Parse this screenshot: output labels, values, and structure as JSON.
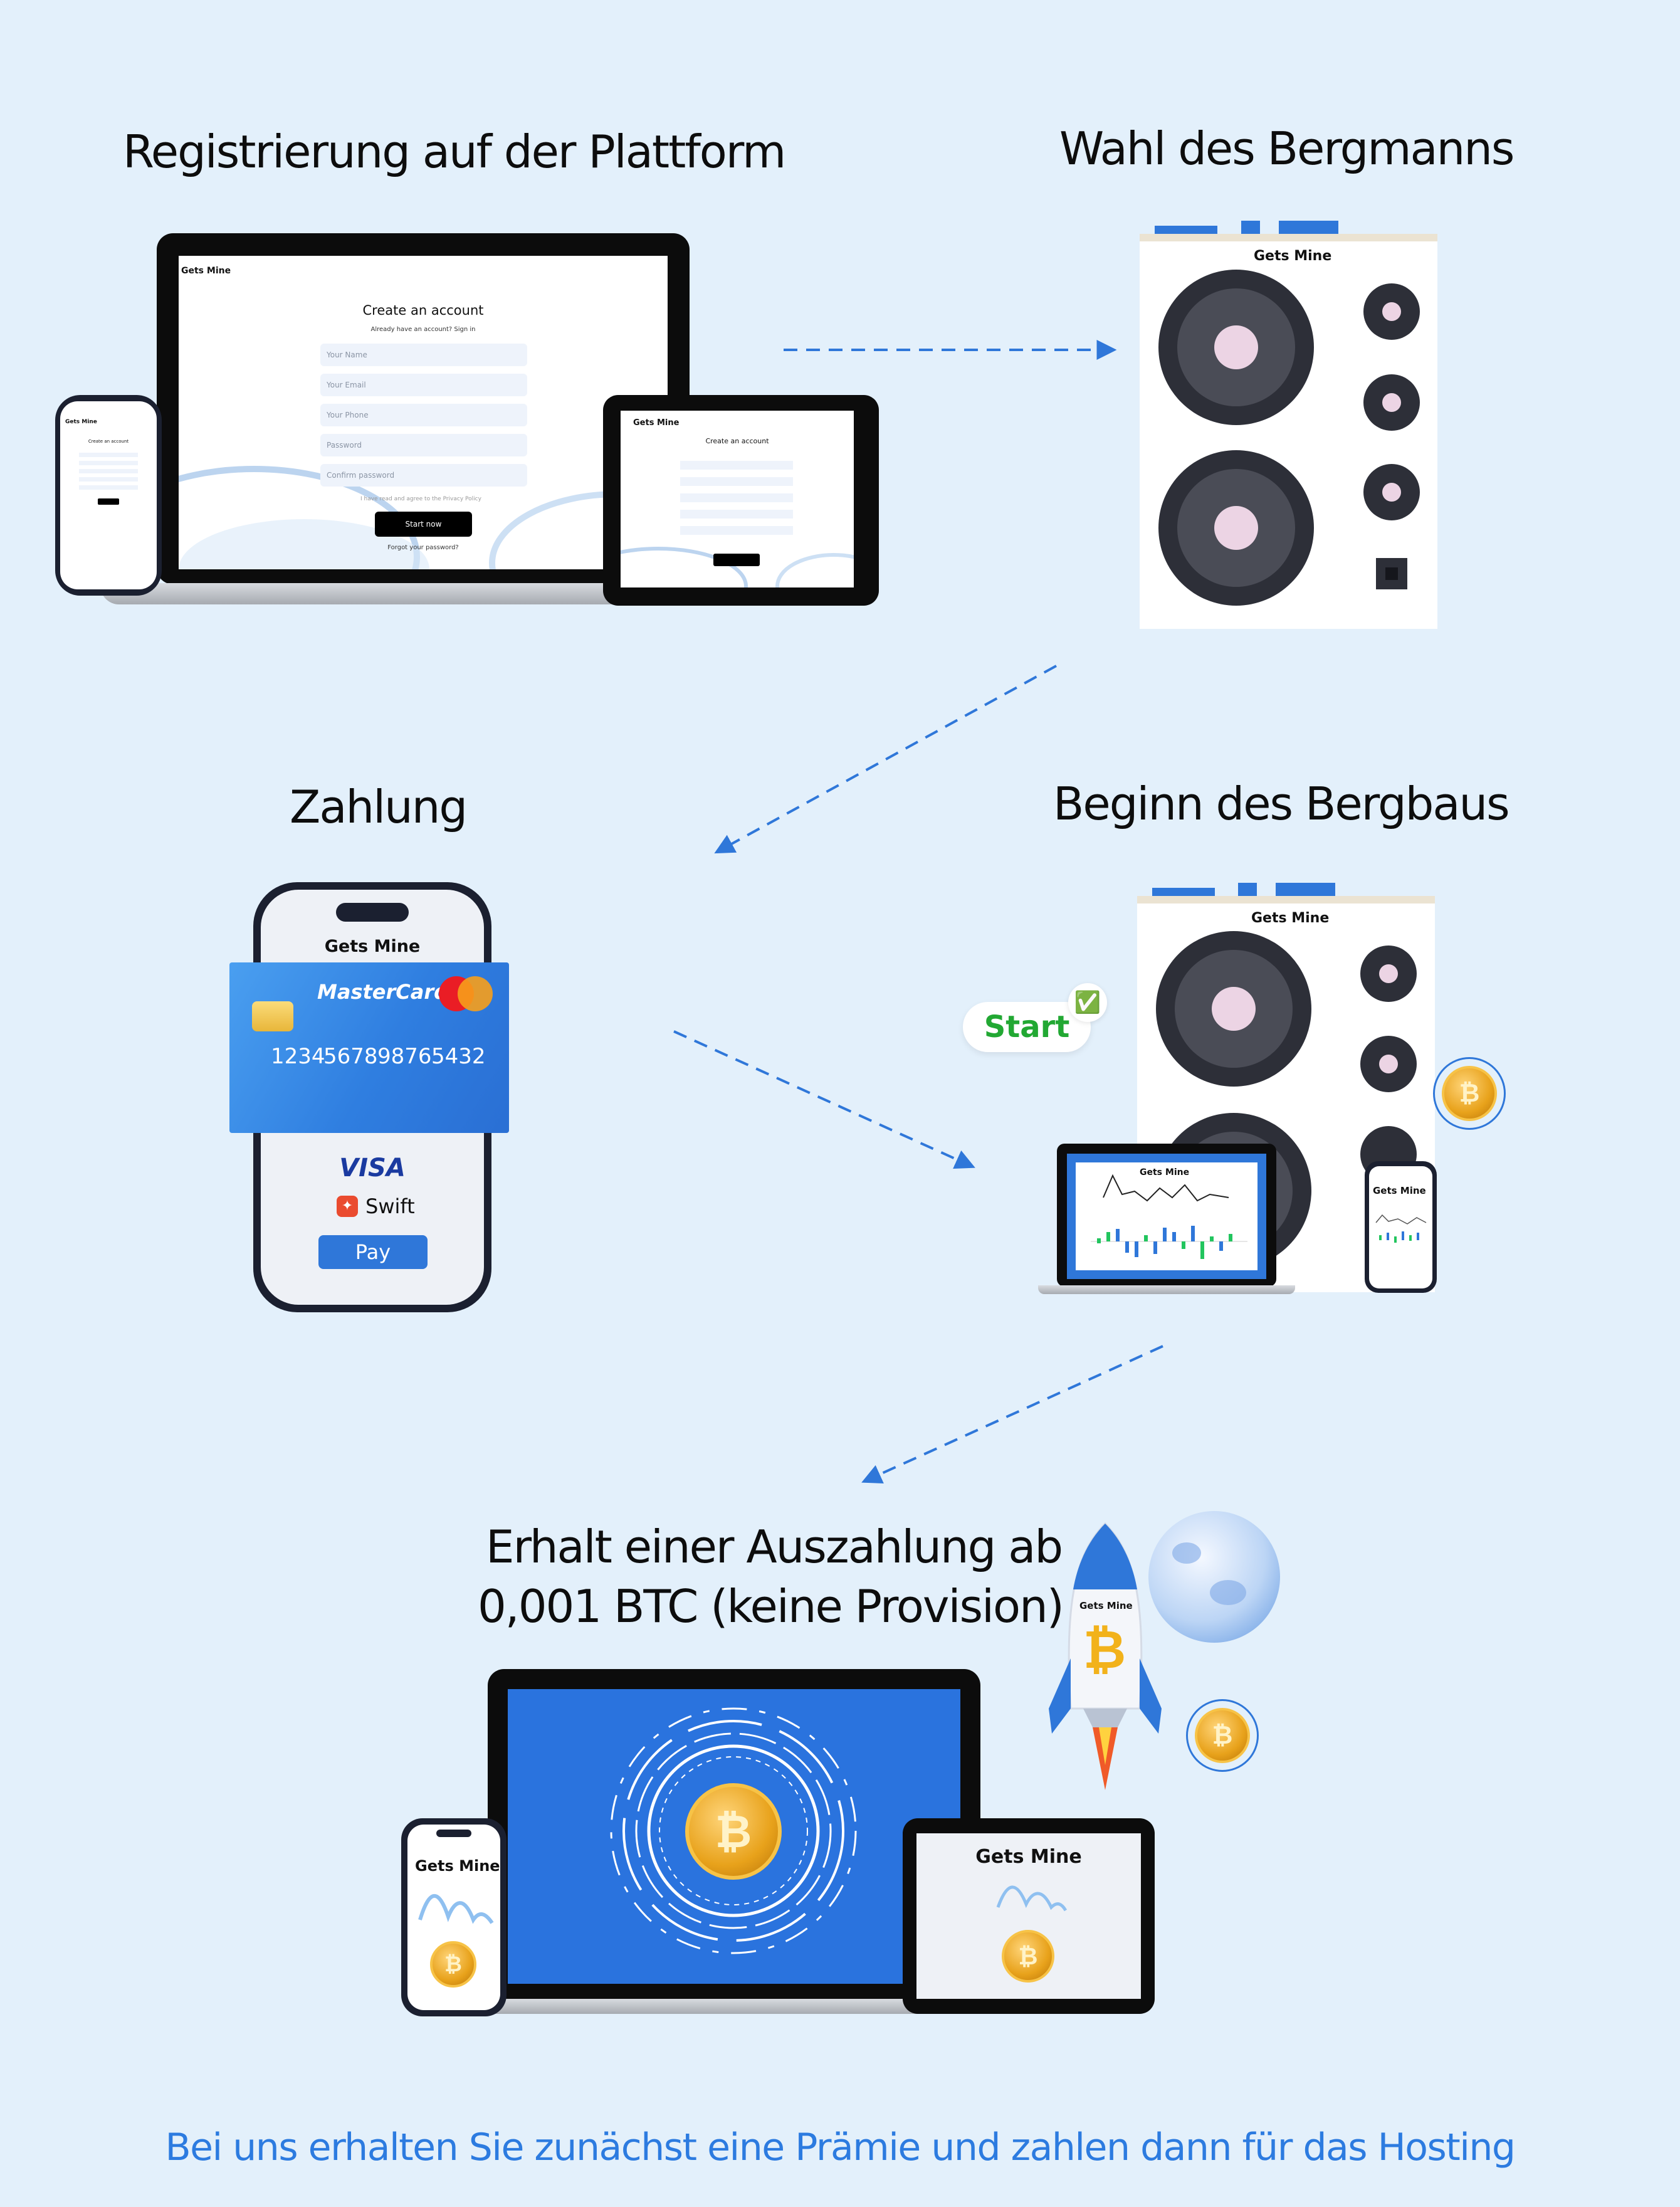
{
  "steps": {
    "registration": "Registrierung auf der Plattform",
    "miner_choice": "Wahl des Bergmanns",
    "payment": "Zahlung",
    "mining_start": "Beginn des Bergbaus",
    "payout_line1": "Erhalt einer Auszahlung ab",
    "payout_line2": "0,001 BTC (keine Provision)"
  },
  "brand": {
    "name": "Gets Mine"
  },
  "signup": {
    "title": "Create an account",
    "subtitle": "Already have an account? Sign in",
    "fields": [
      "Your Name",
      "Your Email",
      "Your Phone",
      "Password",
      "Confirm password"
    ],
    "consent": "I have read and agree to the Privacy Policy",
    "button": "Start now",
    "forgot": "Forgot your password?"
  },
  "card": {
    "brand": "MasterCard",
    "number": [
      "1234",
      "5678",
      "9876",
      "5432"
    ],
    "visa": "VISA",
    "swift": "Swift",
    "pay": "Pay"
  },
  "mining": {
    "start_label": "Start",
    "check": "✅"
  },
  "coin_symbol": "₿",
  "footer": "Bei uns erhalten Sie zunächst eine Prämie und zahlen dann für das Hosting",
  "colors": {
    "background": "#e3f0fb",
    "accent": "#2f77d9",
    "footer_text": "#2c7be0",
    "start_green": "#22a833"
  }
}
